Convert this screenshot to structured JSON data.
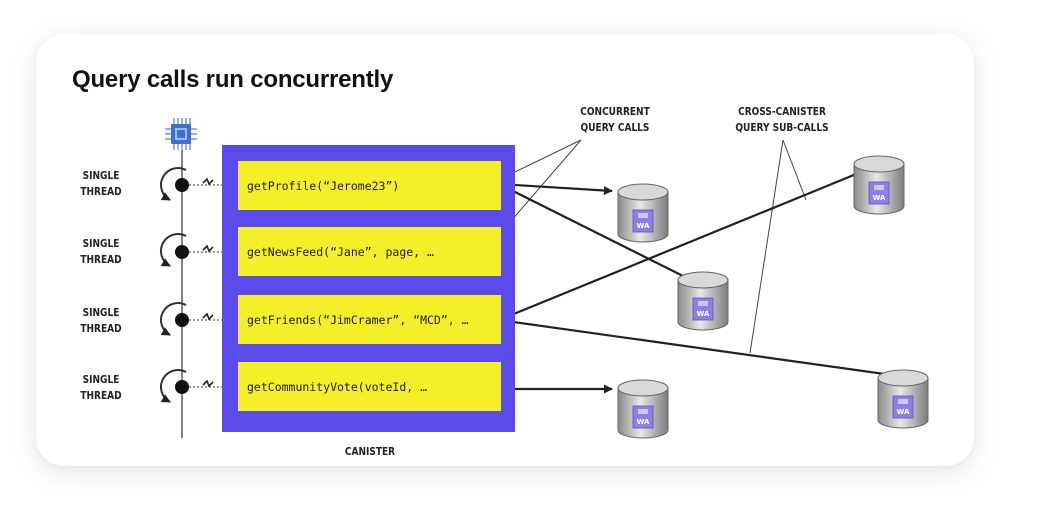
{
  "title": "Query calls run concurrently",
  "threads": [
    {
      "label": "SINGLE\nTHREAD"
    },
    {
      "label": "SINGLE\nTHREAD"
    },
    {
      "label": "SINGLE\nTHREAD"
    },
    {
      "label": "SINGLE\nTHREAD"
    }
  ],
  "calls": [
    "getProfile(“Jerome23”)",
    "getNewsFeed(“Jane”, page, …",
    "getFriends(“JimCramer”, “MCD”, …",
    "getCommunityVote(voteId, …"
  ],
  "labels": {
    "concurrent": "CONCURRENT\nQUERY CALLS",
    "cross": "CROSS-CANISTER\nQUERY SUB-CALLS",
    "canister": "CANISTER"
  },
  "db_label": "WA",
  "colors": {
    "canister": "#5b4bea",
    "call_box": "#f5ef2a",
    "arrow": "#222222",
    "db_icon": "#8f7ee6"
  }
}
